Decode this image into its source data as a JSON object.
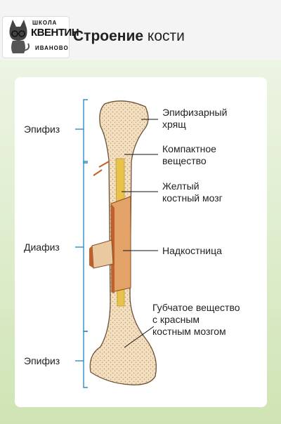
{
  "header": {
    "logo": {
      "line1": "ШКОЛА",
      "line2": "КВЕНТИН",
      "line3": "ИВАНОВО"
    },
    "title_bold": "Строение",
    "title_rest": "кости"
  },
  "diagram": {
    "regions": [
      "Эпифиз",
      "Диафиз",
      "Эпифиз"
    ],
    "labels": [
      [
        "Эпифизарный",
        "хрящ"
      ],
      [
        "Компактное",
        "вещество"
      ],
      [
        "Желтый",
        "костный мозг"
      ],
      [
        "Надкостница"
      ],
      [
        "Губчатое вещество",
        "с красным",
        "костным мозгом"
      ]
    ]
  },
  "colors": {
    "bracket": "#2f8fc4",
    "bone": "#f3dfc0",
    "marrow": "#e9c24a",
    "periosteum": "#c0602a"
  }
}
